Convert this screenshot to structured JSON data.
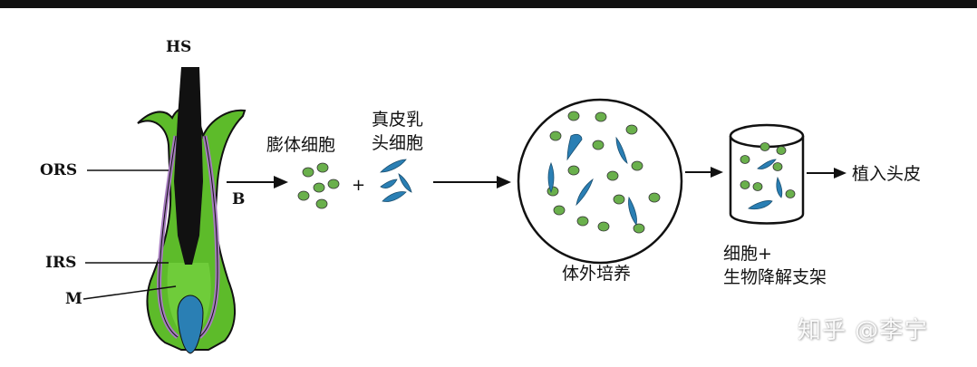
{
  "labels": {
    "hs": "HS",
    "ors": "ORS",
    "irs": "IRS",
    "m": "M",
    "b": "B"
  },
  "steps": {
    "dermal_sheath_cells": "膨体细胞",
    "dermal_papilla_line1": "真皮乳",
    "dermal_papilla_line2": "头细胞",
    "plus": "+",
    "culture": "体外培养",
    "scaffold_line1": "细胞+",
    "scaffold_line2": "生物降解支架",
    "implant": "植入头皮"
  },
  "watermark": "知乎 @李宁",
  "colors": {
    "green_cell": "#6ab04c",
    "blue_cell": "#2a7fb4",
    "follicle_green": "#5dbb2a",
    "irs_purple": "#a67bbf",
    "shaft_black": "#111111"
  }
}
